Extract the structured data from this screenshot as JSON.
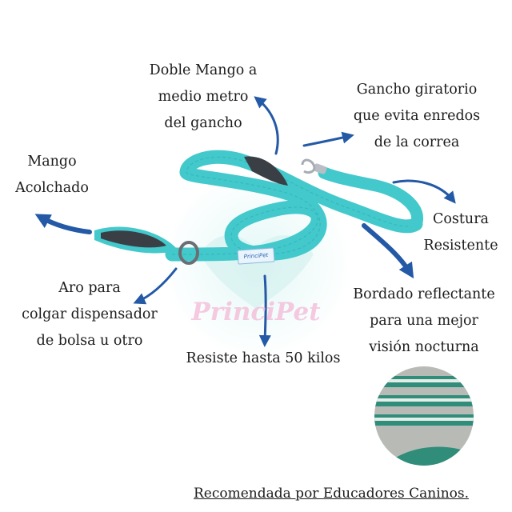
{
  "brand": {
    "watermark": "PrinciPet",
    "tag": "PrinciPet"
  },
  "colors": {
    "strap": "#43c9cc",
    "strap_dark": "#28a9ad",
    "padding": "#3a3f45",
    "arrow": "#2459a6",
    "watermark": "#f4b9d8"
  },
  "annotations": {
    "double_handle": {
      "lines": [
        "Doble Mango a",
        "medio metro",
        "del gancho"
      ]
    },
    "swivel_hook": {
      "lines": [
        "Gancho giratorio",
        "que evita enredos",
        "de la correa"
      ]
    },
    "padded_handle": {
      "lines": [
        "Mango",
        "Acolchado"
      ]
    },
    "stitching": {
      "lines": [
        "Costura",
        "Resistente"
      ]
    },
    "ring": {
      "lines": [
        "Aro para",
        "colgar dispensador",
        "de bolsa u otro"
      ]
    },
    "load": {
      "lines": [
        "Resiste hasta 50 kilos"
      ]
    },
    "reflective": {
      "lines": [
        "Bordado reflectante",
        "para una mejor",
        "visión nocturna"
      ]
    }
  },
  "footer": {
    "text": "Recomendada por Educadores Caninos."
  }
}
